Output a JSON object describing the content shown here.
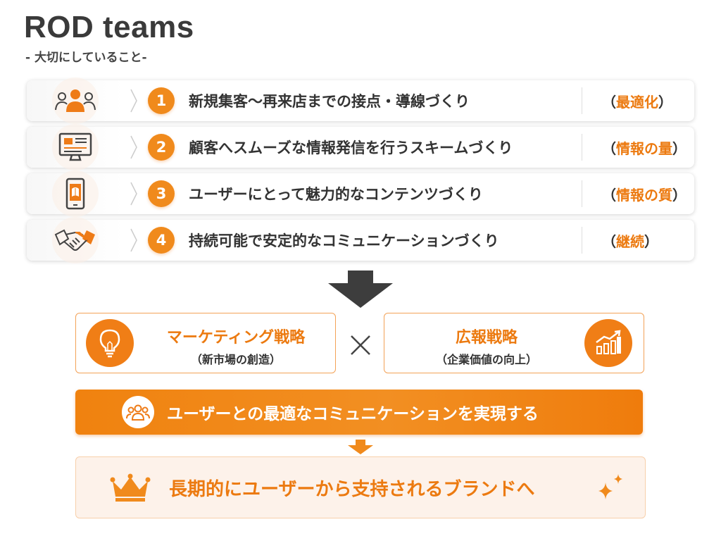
{
  "header": {
    "title": "ROD teams",
    "subtitle": "- 大切にしていること-"
  },
  "rows": [
    {
      "number": "1",
      "text": "新規集客〜再来店までの接点・導線づくり",
      "tag_open": "（",
      "tag_highlight": "最適化",
      "tag_close": "）",
      "icon": "people-icon"
    },
    {
      "number": "2",
      "text": "顧客へスムーズな情報発信を行うスキームづくり",
      "tag_open": "（",
      "tag_highlight": "情報の量",
      "tag_close": "）",
      "icon": "monitor-icon"
    },
    {
      "number": "3",
      "text": "ユーザーにとって魅力的なコンテンツづくり",
      "tag_open": "（",
      "tag_highlight": "情報の質",
      "tag_close": "）",
      "icon": "smartphone-icon"
    },
    {
      "number": "4",
      "text": "持続可能で安定的なコミュニケーションづくり",
      "tag_open": "（",
      "tag_highlight": "継続",
      "tag_close": "）",
      "icon": "handshake-icon"
    }
  ],
  "strategies": {
    "left": {
      "title": "マーケティング戦略",
      "subtitle": "（新市場の創造）",
      "icon": "lightbulb-icon"
    },
    "operator": "×",
    "right": {
      "title": "広報戦略",
      "subtitle": "（企業価値の向上）",
      "icon": "growth-chart-icon"
    }
  },
  "result_bar": {
    "text": "ユーザーとの最適なコミュニケーションを実現する",
    "icon": "group-icon"
  },
  "goal": {
    "text": "長期的にユーザーから支持されるブランドへ",
    "icon": "crown-icon"
  },
  "colors": {
    "accent": "#f08a1c",
    "accent_text": "#ec7a10",
    "dark_text": "#333333",
    "goal_bg": "#fdf2ea"
  }
}
